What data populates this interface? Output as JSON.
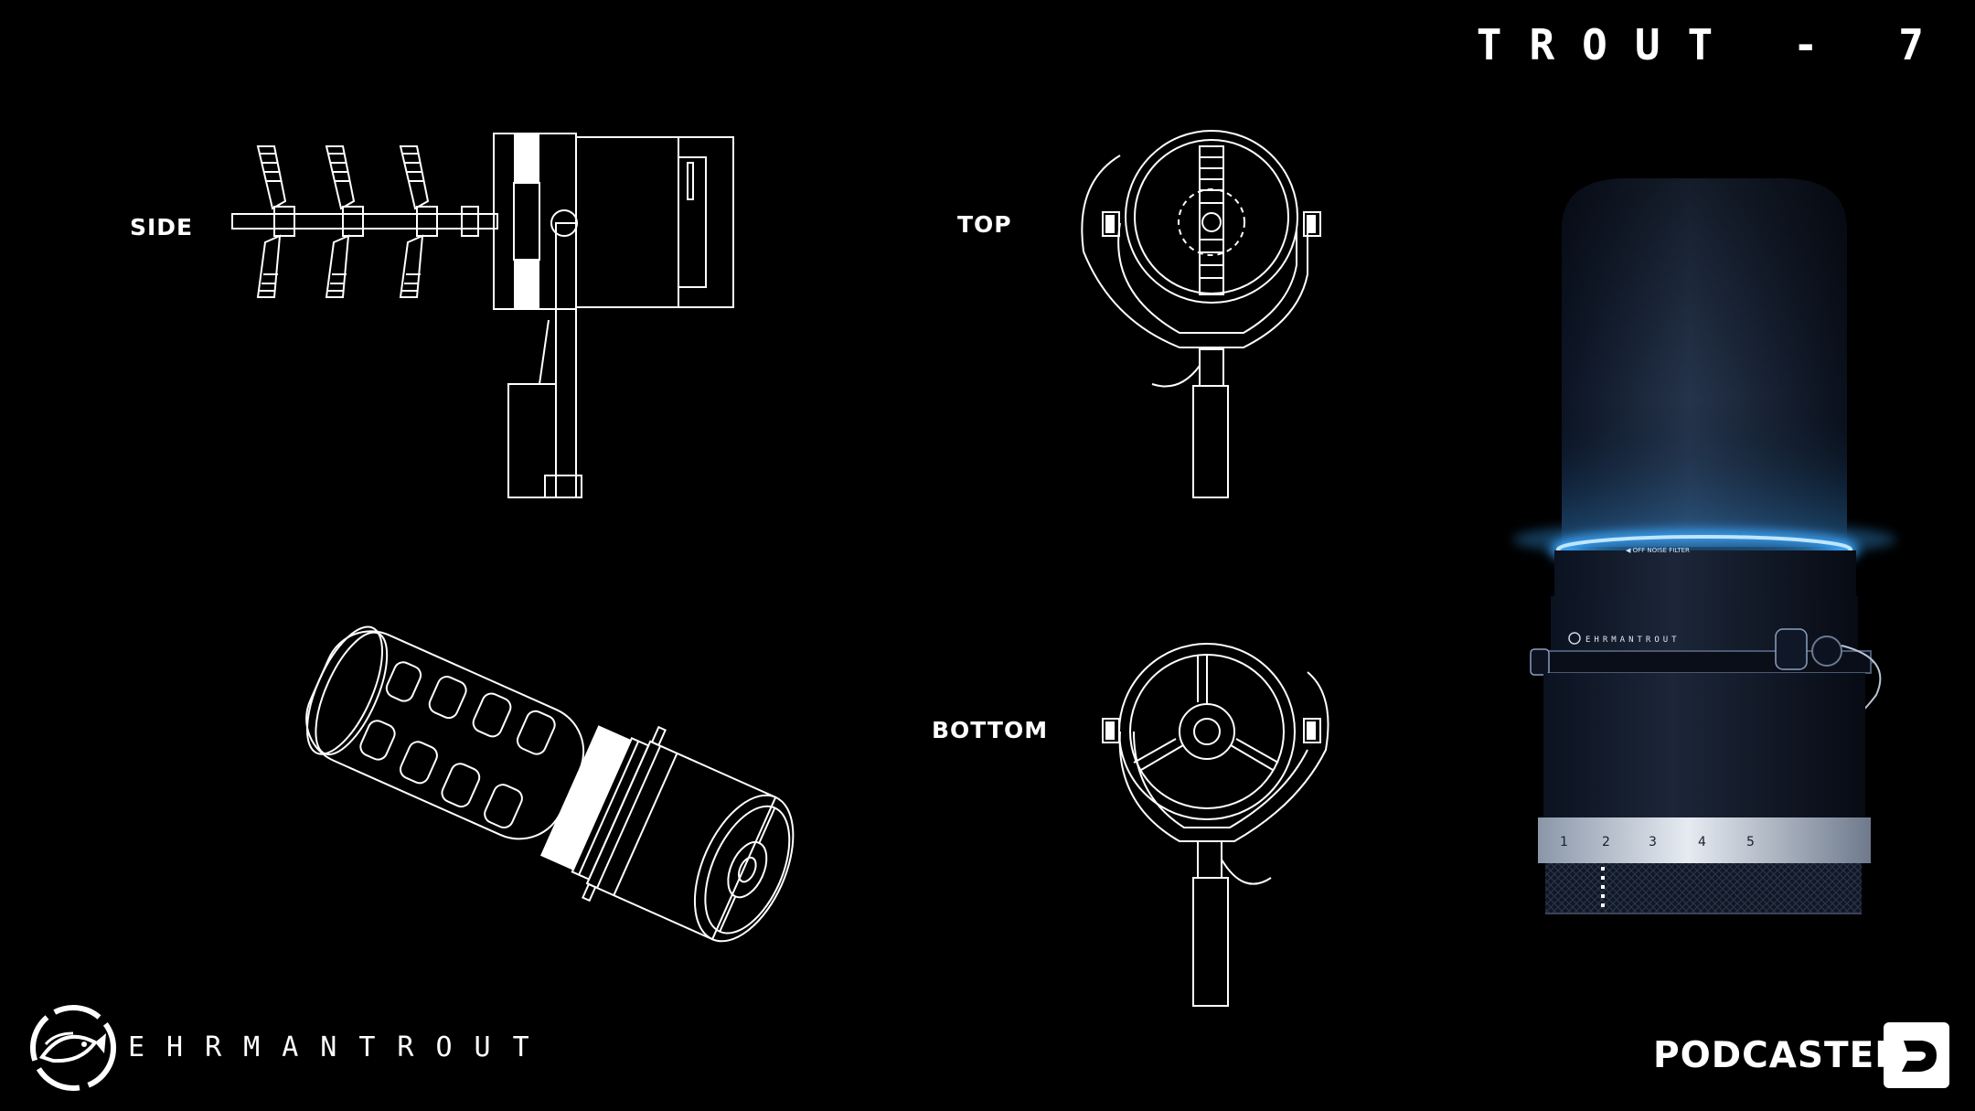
{
  "header": {
    "product_code": "TROUT - 7"
  },
  "views": {
    "side": "SIDE",
    "top": "TOP",
    "bottom": "BOTTOM"
  },
  "brand": {
    "name": "EHRMANTROUT",
    "logo": "trout-logo-icon"
  },
  "footer": {
    "product_type": "PODCASTER",
    "badge": "d-logo-icon"
  },
  "render": {
    "band_text": "OFF NOISE FILTER",
    "device_brand": "EHRMANTROUT",
    "dial_numbers": [
      "1",
      "2",
      "3",
      "4",
      "5"
    ]
  },
  "colors": {
    "background": "#000000",
    "line_art": "#ffffff",
    "glow_ring": "#3aa8ff",
    "mic_body": "#141c2a"
  }
}
